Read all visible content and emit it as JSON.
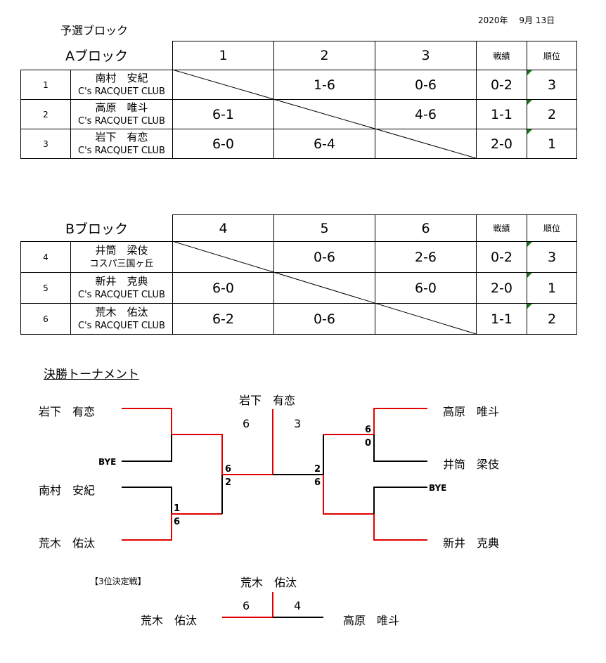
{
  "title": "予選ブロック",
  "date": "2020年　 9月 13日",
  "blocks": [
    {
      "header": "Aブロック",
      "cols": [
        "1",
        "2",
        "3"
      ],
      "record_label": "戦績",
      "rank_label": "順位",
      "rows": [
        {
          "no": "1",
          "name": "南村　安紀",
          "club": "C's RACQUET CLUB",
          "scores": [
            "",
            "1-6",
            "0-6"
          ],
          "record": "0-2",
          "rank": "3"
        },
        {
          "no": "2",
          "name": "高原　唯斗",
          "club": "C's RACQUET CLUB",
          "scores": [
            "6-1",
            "",
            "4-6"
          ],
          "record": "1-1",
          "rank": "2"
        },
        {
          "no": "3",
          "name": "岩下　有恋",
          "club": "C's RACQUET CLUB",
          "scores": [
            "6-0",
            "6-4",
            ""
          ],
          "record": "2-0",
          "rank": "1"
        }
      ]
    },
    {
      "header": "Bブロック",
      "cols": [
        "4",
        "5",
        "6"
      ],
      "record_label": "戦績",
      "rank_label": "順位",
      "rows": [
        {
          "no": "4",
          "name": "井筒　梁伎",
          "club": "コスパ三国ヶ丘",
          "scores": [
            "",
            "0-6",
            "2-6"
          ],
          "record": "0-2",
          "rank": "3"
        },
        {
          "no": "5",
          "name": "新井　克典",
          "club": "C's RACQUET CLUB",
          "scores": [
            "6-0",
            "",
            "6-0"
          ],
          "record": "2-0",
          "rank": "1"
        },
        {
          "no": "6",
          "name": "荒木　佑汰",
          "club": "C's RACQUET CLUB",
          "scores": [
            "6-2",
            "0-6",
            ""
          ],
          "record": "1-1",
          "rank": "2"
        }
      ]
    }
  ],
  "final": {
    "title": "決勝トーナメント",
    "champion": "岩下　有恋",
    "final_score": [
      "6",
      "3"
    ],
    "left": [
      "岩下　有恋",
      "BYE",
      "南村　安紀",
      "荒木　佑汰"
    ],
    "right": [
      "高原　唯斗",
      "井筒　梁伎",
      "BYE",
      "新井　克典"
    ],
    "scores": {
      "l_semi": [
        "6",
        "2"
      ],
      "l_qf": [
        "1",
        "6"
      ],
      "r_qf": [
        "6",
        "0"
      ],
      "r_semi": [
        "2",
        "6"
      ]
    }
  },
  "third": {
    "title": "【3位決定戦】",
    "winner": "荒木　佑汰",
    "left": "荒木　佑汰",
    "right": "高原　唯斗",
    "score": [
      "6",
      "4"
    ]
  },
  "colors": {
    "winner_line": "#e00000",
    "loser_line": "#000000",
    "marker": "#1a7a1a"
  }
}
